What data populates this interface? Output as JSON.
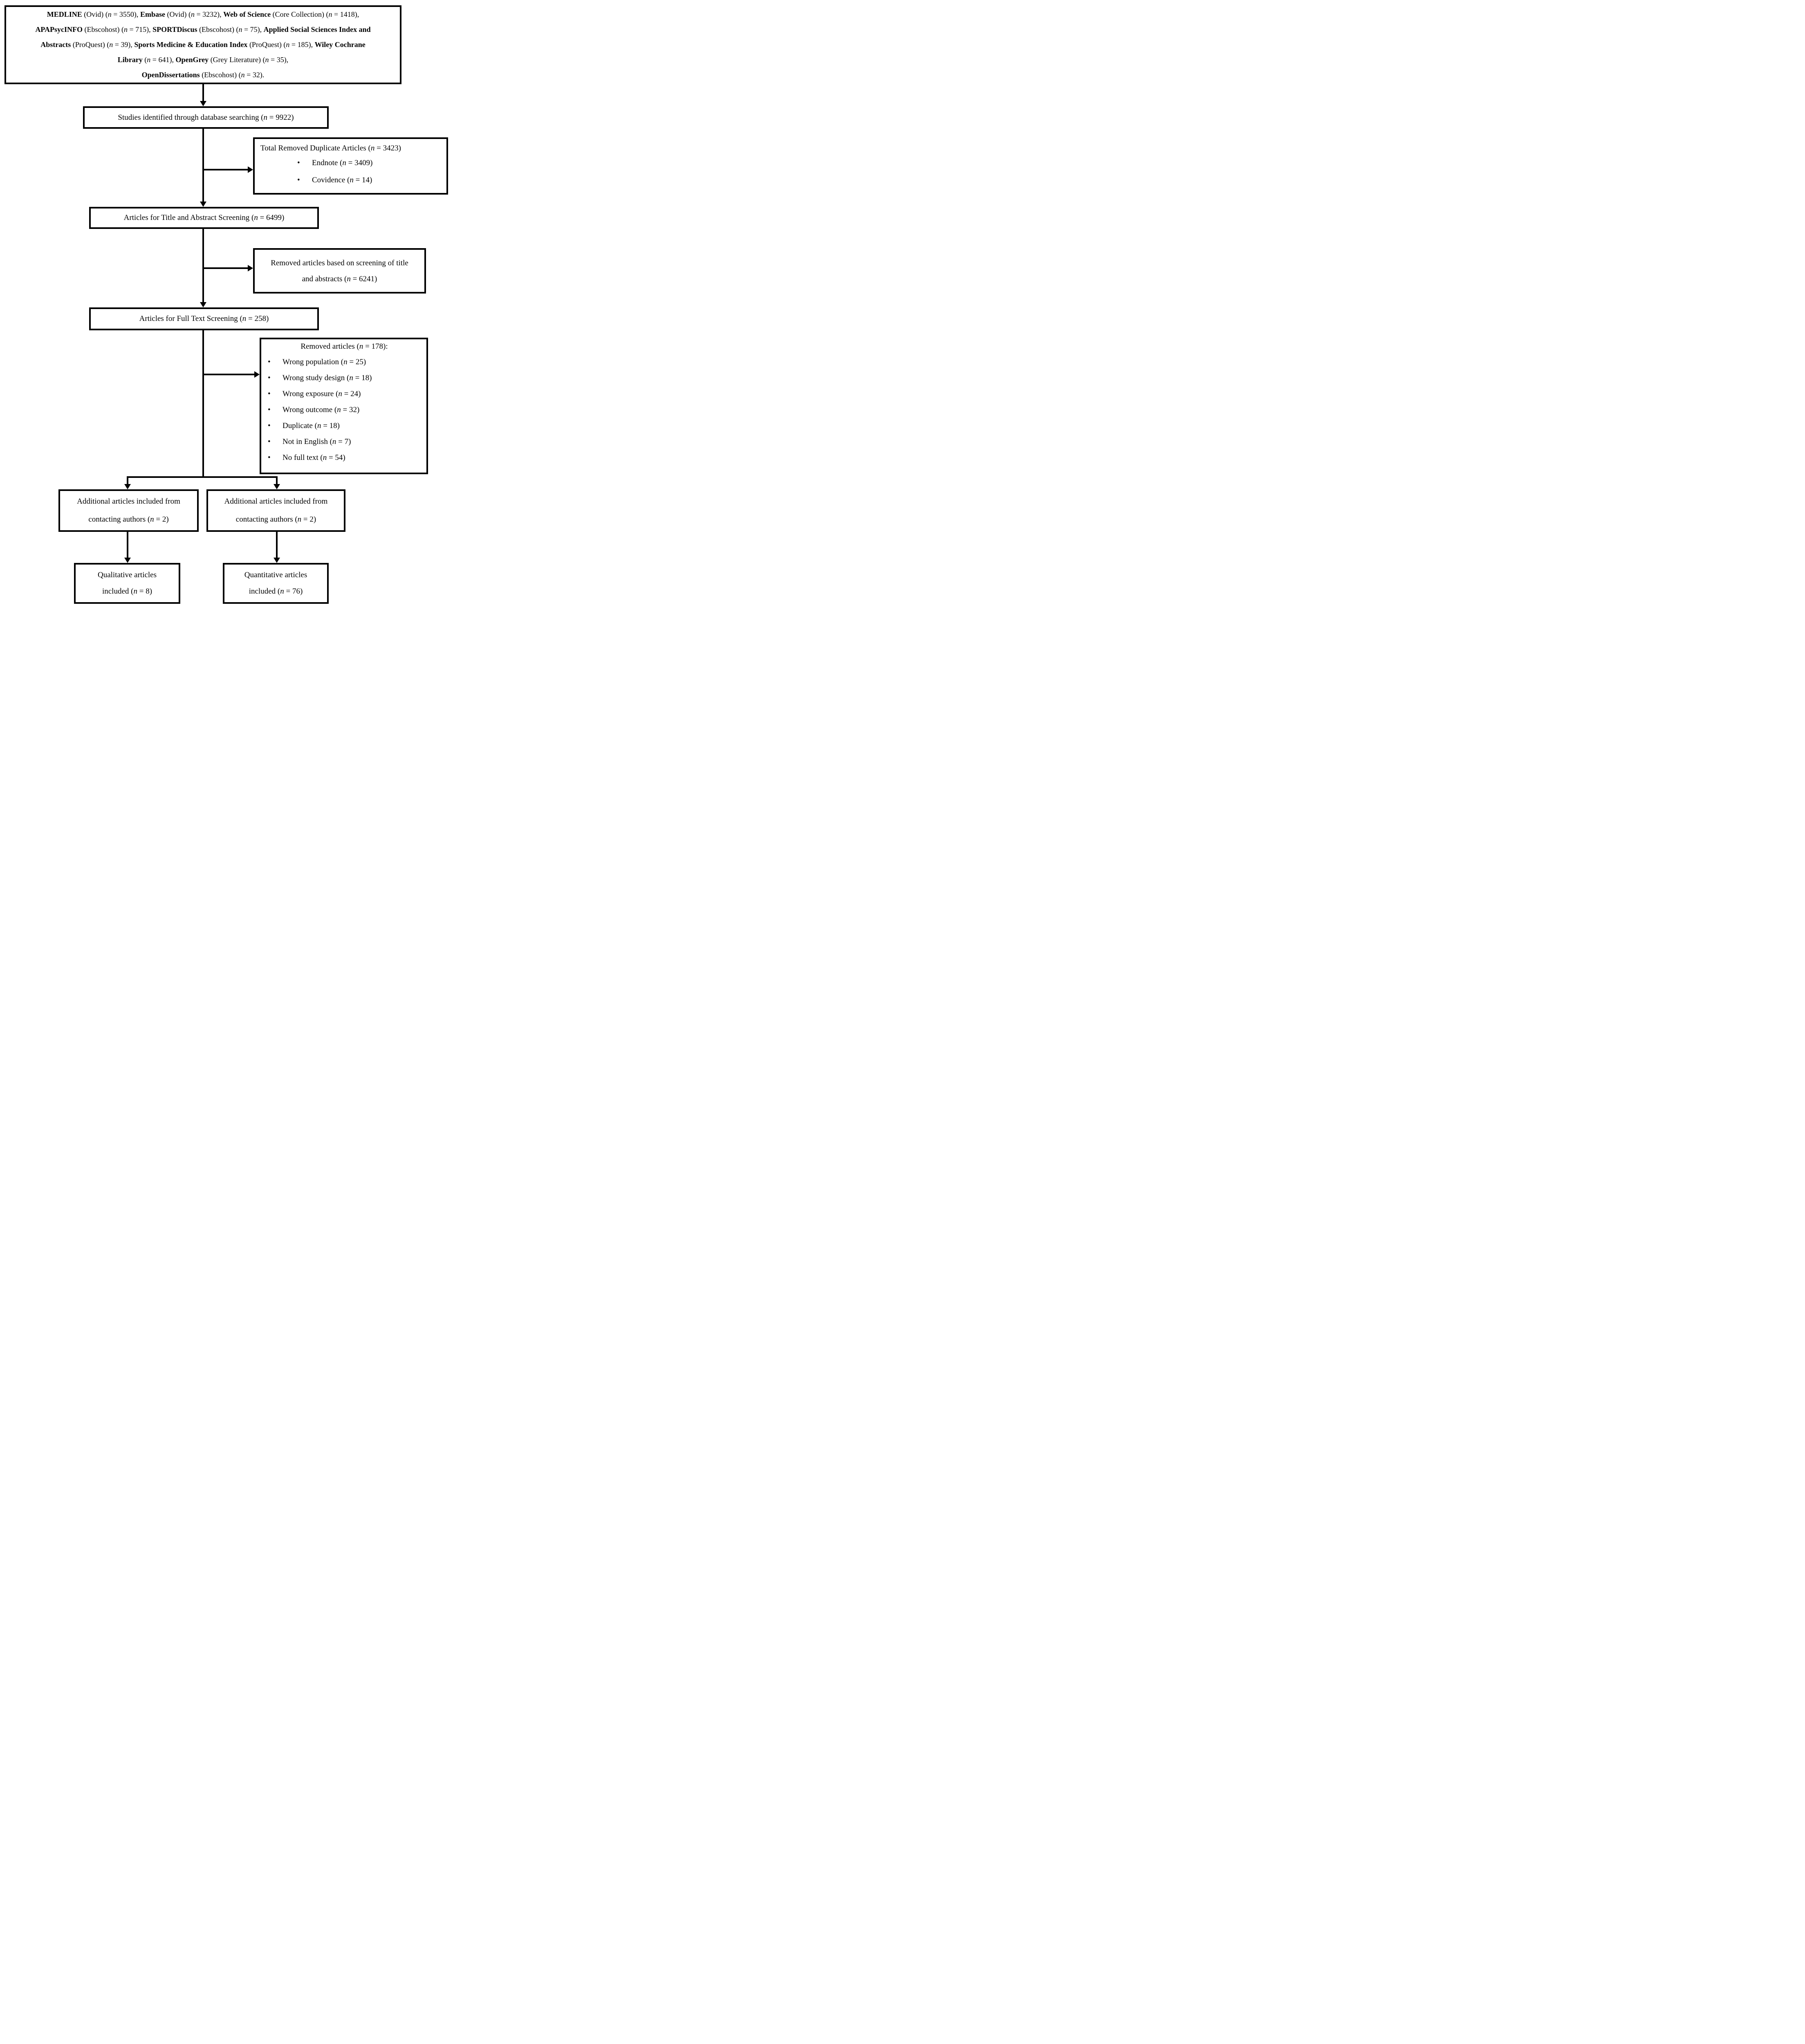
{
  "style": {
    "background": "#ffffff",
    "ink": "#000000"
  },
  "boxes": {
    "databases": {
      "lines": [
        "**MEDLINE** (Ovid) (*n* = 3550), **Embase** (Ovid) (*n* = 3232), **Web of Science** (Core Collection) (*n* = 1418),",
        "**APAPsycINFO** (Ebscohost) (*n* = 715), **SPORTDiscus** (Ebscohost) (*n* = 75), **Applied Social Sciences Index and**",
        "**Abstracts** (ProQuest) (*n* = 39), **Sports Medicine & Education Index** (ProQuest) (*n* = 185), **Wiley Cochrane**",
        "**Library** (*n* = 641), **OpenGrey** (Grey Literature) (*n* = 35),",
        "**OpenDissertations** (Ebscohost) (*n* = 32)."
      ]
    },
    "identified": {
      "lines": [
        "Studies identified through database searching (*n* = 9922)"
      ]
    },
    "duplicates": {
      "title": "Total Removed Duplicate Articles (*n* = 3423)",
      "bullets": [
        "Endnote (*n* = 3409)",
        "Covidence (*n* = 14)"
      ]
    },
    "title_abstract": {
      "lines": [
        "Articles for Title and Abstract Screening (*n* = 6499)"
      ]
    },
    "removed_title_abstract": {
      "lines": [
        "Removed articles based on screening of title",
        "and abstracts (*n* = 6241)"
      ]
    },
    "full_text": {
      "lines": [
        "Articles for Full Text Screening (*n* = 258)"
      ]
    },
    "removed_full_text": {
      "title": "Removed articles (*n* = 178):",
      "bullets": [
        "Wrong population (*n* = 25)",
        "Wrong study design (*n* = 18)",
        "Wrong exposure (*n* = 24)",
        "Wrong outcome (*n* = 32)",
        "Duplicate (*n* = 18)",
        "Not in English (*n* = 7)",
        "No full text (*n* = 54)"
      ]
    },
    "additional_left": {
      "lines": [
        "Additional articles included from",
        "contacting authors (*n* = 2)"
      ]
    },
    "additional_right": {
      "lines": [
        "Additional articles included from",
        "contacting authors (*n* = 2)"
      ]
    },
    "qualitative": {
      "lines": [
        "Qualitative articles",
        "included (*n* = 8)"
      ]
    },
    "quantitative": {
      "lines": [
        "Quantitative articles",
        "included (*n* = 76)"
      ]
    }
  }
}
